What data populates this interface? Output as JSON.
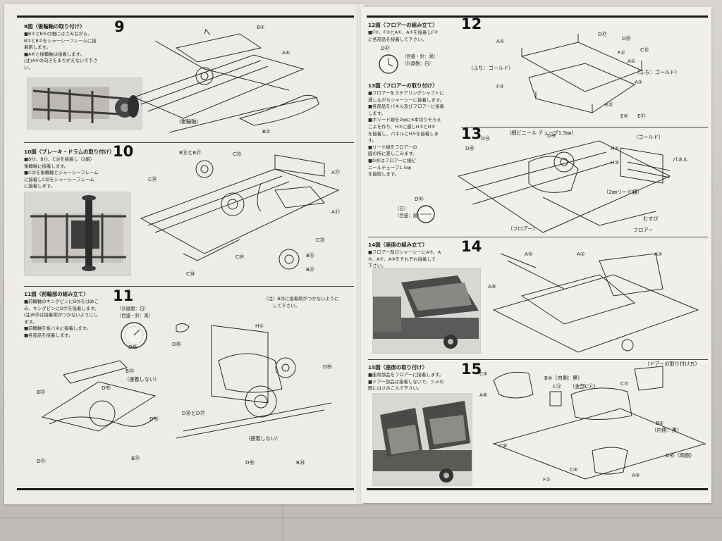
{
  "left": {
    "s9": {
      "heading": "9図〈後輪軸の取り付け〉",
      "text": "■B①とB⑥の間にはさみながら、\nB①とB②をシャーシーフレームに接\n着剤します。\n■A⑥と後輪軸は接着します。\n(注)A⑥の向きをまちがえないで下さ\nい。",
      "number": "9",
      "labels": [
        "B②",
        "A⑥",
        "(後輪軸)",
        "B①"
      ]
    },
    "s10": {
      "heading": "10図〈ブレーキ・ドラムの取り付け〉",
      "text": "■B⑬、B⑰、C⑳を接着し（2組）\n後輪軸に接着します。\n■C⑳を後輪軸とシャーシーフレーム\nに接着しC⑳をシャーシーフレーム\nに接着します。",
      "number": "10",
      "labels": [
        "B⑬とB㉗",
        "C㉝",
        "A⑫",
        "C㉔",
        "A⑪",
        "C㉝",
        "C㉔",
        "B⑮",
        "B㉗",
        "C㉞"
      ]
    },
    "s11": {
      "heading": "11図〈前輪部の組み立て〉",
      "text": "■前輪軸のキングピンにB⑱をはめこ\nみ、キングピンにD⑰を接着します。\n(注)B⑱は接着剤がつかないようにし\nます。\n■前輪軸を板バネに接着します。\n■各部品を接着します。",
      "number": "11",
      "note": "（注）B㉘に接着剤がつかないように\n　　して下さい。",
      "gauge_caption": "（計器盤：白）\n（目盛・針：黒）",
      "labels": [
        "D㊻",
        "D㊻",
        "H①",
        "B⑫",
        "（接着しない）",
        "D㊺",
        "B㉓",
        "D㊺",
        "D㉖とD㉗",
        "B㉒",
        "（接着しない）",
        "D㉑",
        "D㊾",
        "B㉘",
        "D㊾"
      ]
    }
  },
  "right": {
    "s12": {
      "heading": "12図〈フロアーの組み立て〉",
      "text": "■F②、F③とA①、A②を接着しF②\nに各部品を接着して下さい。",
      "number": "12",
      "clock_caption": "（目盛・針：黒）\n（計器盤：白）",
      "clock_label": "D㊼",
      "labels": [
        "A①",
        "D㊼",
        "D㊺",
        "F②",
        "C⑮",
        "A①",
        "（ふち：ゴールド）",
        "（ふち：ゴールド）",
        "F③",
        "A②",
        "E㉑",
        "E⑥",
        "E㉑"
      ]
    },
    "s13": {
      "heading": "13図〈フロアーの取り付け〉",
      "text": "■フロアーをステアリングシャフトに\n通しながらシャーシーに接着します。\n■各部品をパネル及びフロアーに接着\nします。\n■ホリード線を2㎜に6本切りそろえ\nこよを作り、H③に通しH③とH⑤\nを接着し、パネルにH⑤を接着しま\nす。\n■リード線をフロアーの\n図の所に差しこみます。\n■D㊽はフロアーに細ビ\nニールチューブ1.5㎜\nを接続します。",
      "number": "13",
      "labels": [
        "（細ビニール\nチューブ1.5㎜）",
        "D㊹",
        "D⑭",
        "D㊽",
        "（ゴールド）",
        "H⑤",
        "H③",
        "パネル",
        "（2㎜リード線）",
        "むすび",
        "フロアー",
        "（フロアー）"
      ],
      "gauge_label": "D㊹",
      "gauge_caption": "（白）\n（目盛：黒）"
    },
    "s14": {
      "heading": "14図〈座席の組み立て〉",
      "text": "■フロアー及びシャーシーにA③、A\n⑤、A⑦、A⑩をそれぞれ接着して\n下さい。",
      "number": "14",
      "labels": [
        "A③",
        "A⑤",
        "A⑦",
        "A⑩"
      ]
    },
    "s15": {
      "heading": "15図〈座席の取り付け〉",
      "text": "■座席部品をフロアーに接着します。\n■ドアー部品は接着しないで、ツメの\n間にはさみこんで下さい。",
      "number": "15",
      "labels": [
        "C⑨",
        "A⑧",
        "B⑤（内側：黒）",
        "C⑫",
        "（金部C⑪）",
        "C⑦",
        "（ドアーの取り付け方）",
        "B⑥",
        "（内側：黒）",
        "C⑩",
        "D㊺（両側）",
        "C⑧",
        "F①",
        "A⑨"
      ]
    }
  }
}
